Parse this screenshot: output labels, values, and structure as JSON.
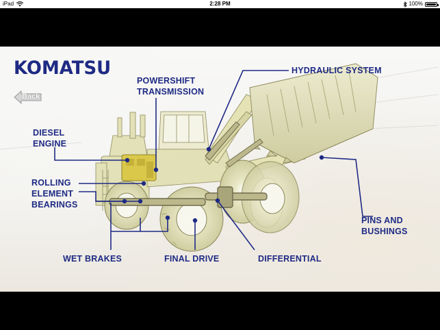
{
  "status_bar": {
    "device": "iPad",
    "time": "2:28 PM",
    "battery_percent": "100%",
    "battery_level": 1.0,
    "icons": [
      "wifi-icon",
      "bluetooth-icon",
      "battery-icon"
    ]
  },
  "logo": {
    "text": "KOMATSU"
  },
  "back_button": {
    "label": "Back"
  },
  "callouts": {
    "hydraulic_system": "HYDRAULIC SYSTEM",
    "powershift_line1": "POWERSHIFT",
    "powershift_line2": "TRANSMISSION",
    "diesel_line1": "DIESEL",
    "diesel_line2": "ENGINE",
    "rolling_line1": "ROLLING",
    "rolling_line2": "ELEMENT",
    "rolling_line3": "BEARINGS",
    "pins_line1": "PINS AND",
    "pins_line2": "BUSHINGS",
    "wet_brakes": "WET BRAKES",
    "final_drive": "FINAL DRIVE",
    "differential": "DIFFERENTIAL"
  },
  "colors": {
    "brand_blue": "#1e2a84",
    "machine_yellow": "#e5e3b6",
    "engine_yellow": "#d9c84a"
  }
}
